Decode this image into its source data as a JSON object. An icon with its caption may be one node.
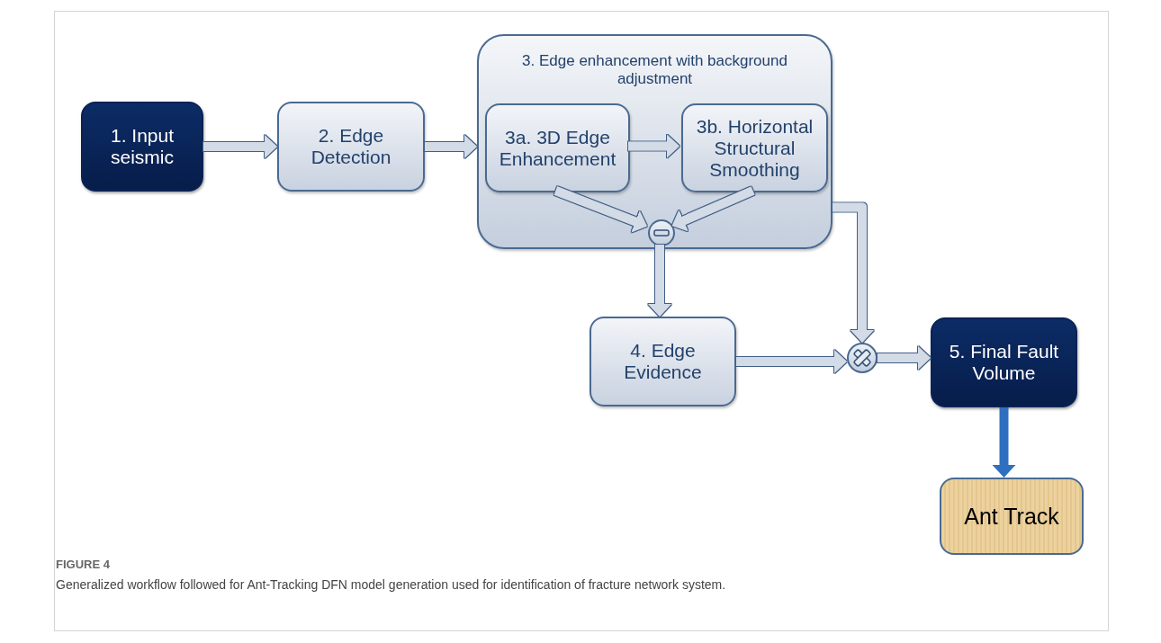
{
  "diagram": {
    "caption": "Generalized workflow followed for Ant-Tracking DFN model generation used for identification of fracture network system.",
    "nodes": [
      {
        "text": [
          "1. Input seismic"
        ]
      },
      {
        "text": [
          "2. Edge Detection"
        ]
      },
      {
        "text": [
          "3. Edge enhancement with background adjustment"
        ]
      },
      {
        "text": [
          "3a. 3D Edge Enhancement"
        ],
        "in": 2
      },
      {
        "text": [
          "3b. Horizontal Structural Smoothing"
        ],
        "in": 2
      },
      {
        "text": [],
        "shape": "circle",
        "in": 2
      },
      {
        "text": [
          "4. Edge Evidence"
        ]
      },
      {
        "text": [],
        "shape": "circle"
      },
      {
        "text": [
          "5. Final Fault Volume"
        ]
      },
      {
        "text": [
          "Ant Track"
        ]
      }
    ],
    "edges": [
      {
        "from": 0,
        "to": 1,
        "arrow": "to"
      },
      {
        "from": 1,
        "to": 2,
        "arrow": "to"
      },
      {
        "from": 3,
        "to": 4,
        "arrow": "to"
      },
      {
        "from": 3,
        "to": 5,
        "arrow": "to"
      },
      {
        "from": 4,
        "to": 5,
        "arrow": "to"
      },
      {
        "from": 5,
        "to": 6,
        "arrow": "to"
      },
      {
        "from": 6,
        "to": 7,
        "arrow": "to"
      },
      {
        "from": 2,
        "to": 7,
        "arrow": "to"
      },
      {
        "from": 7,
        "to": 8,
        "arrow": "to"
      },
      {
        "from": 8,
        "to": 9,
        "arrow": "to",
        "color": "#2e6fc0"
      }
    ],
    "labels": [
      "FIGURE 4"
    ]
  }
}
